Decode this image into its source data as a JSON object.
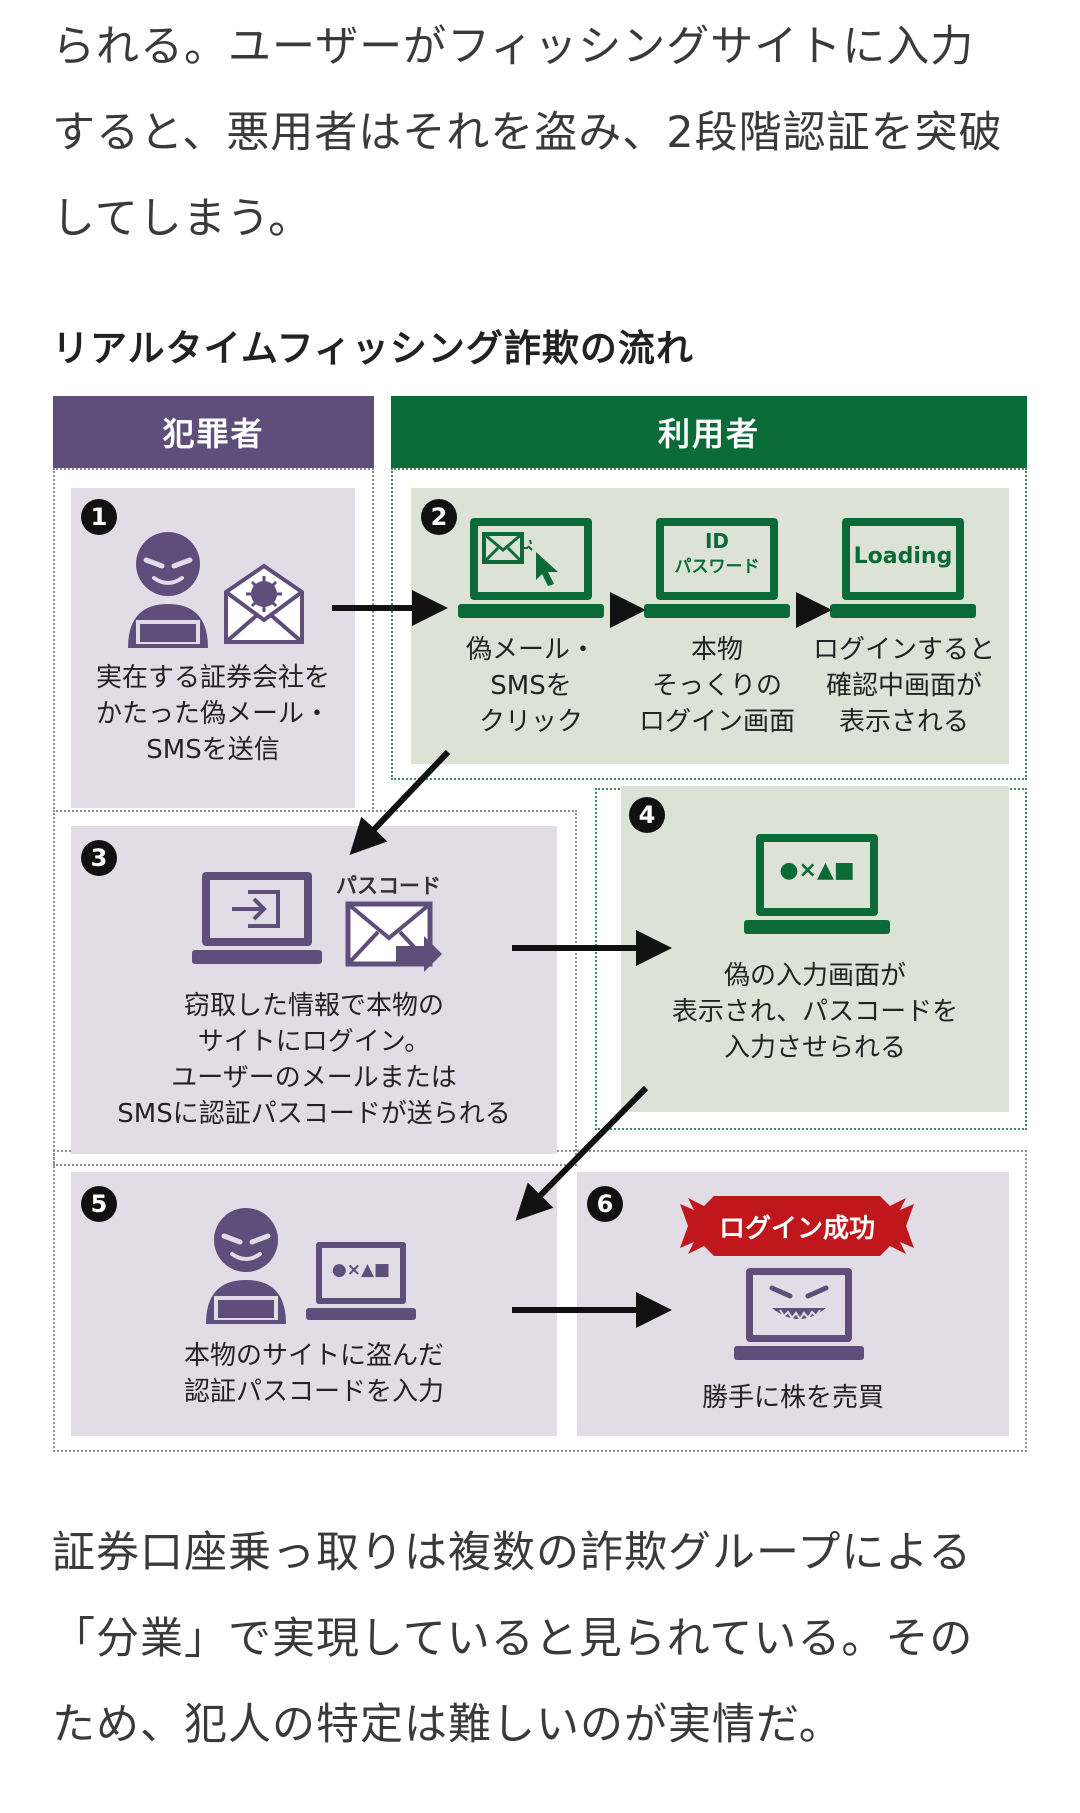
{
  "intro_lines": [
    "られる。ユーザーがフィッシングサイトに入力",
    "すると、悪用者はそれを盗み、2段階認証を突破",
    "してしまう。"
  ],
  "diagram": {
    "title": "リアルタイムフィッシング詐欺の流れ",
    "header_criminal": "犯罪者",
    "header_user": "利用者",
    "steps": [
      {
        "number": "1",
        "caption_lines": [
          "実在する証券会社を",
          "かたった偽メール・",
          "SMSを送信"
        ]
      },
      {
        "number": "2",
        "screens": [
          {
            "caption_lines": [
              "偽メール・",
              "SMSを",
              "クリック"
            ]
          },
          {
            "screen_text": [
              "ID",
              "パスワード"
            ],
            "caption_lines": [
              "本物",
              "そっくりの",
              "ログイン画面"
            ]
          },
          {
            "screen_text": [
              "Loading"
            ],
            "caption_lines": [
              "ログインすると",
              "確認中画面が",
              "表示される"
            ]
          }
        ]
      },
      {
        "number": "3",
        "tag": "パスコード",
        "caption_lines": [
          "窃取した情報で本物の",
          "サイトにログイン。",
          "ユーザーのメールまたは",
          "SMSに認証パスコードが送られる"
        ]
      },
      {
        "number": "4",
        "screen_text": "●×▲■",
        "caption_lines": [
          "偽の入力画面が",
          "表示され、パスコードを",
          "入力させられる"
        ]
      },
      {
        "number": "5",
        "screen_text": "●×▲■",
        "caption_lines": [
          "本物のサイトに盗んだ",
          "認証パスコードを入力"
        ]
      },
      {
        "number": "6",
        "banner": "ログイン成功",
        "caption_lines": [
          "勝手に株を売買"
        ]
      }
    ]
  },
  "outro_lines": [
    "証券口座乗っ取りは複数の詐欺グループによる",
    "「分業」で実現していると見られている。その",
    "ため、犯人の特定は難しいのが実情だ。"
  ],
  "colors": {
    "criminal_header": "#5f4e7b",
    "user_header": "#0b6b38",
    "criminal_panel": "#e2dce6",
    "user_panel": "#dde2d6",
    "alert_banner": "#c0171c"
  }
}
